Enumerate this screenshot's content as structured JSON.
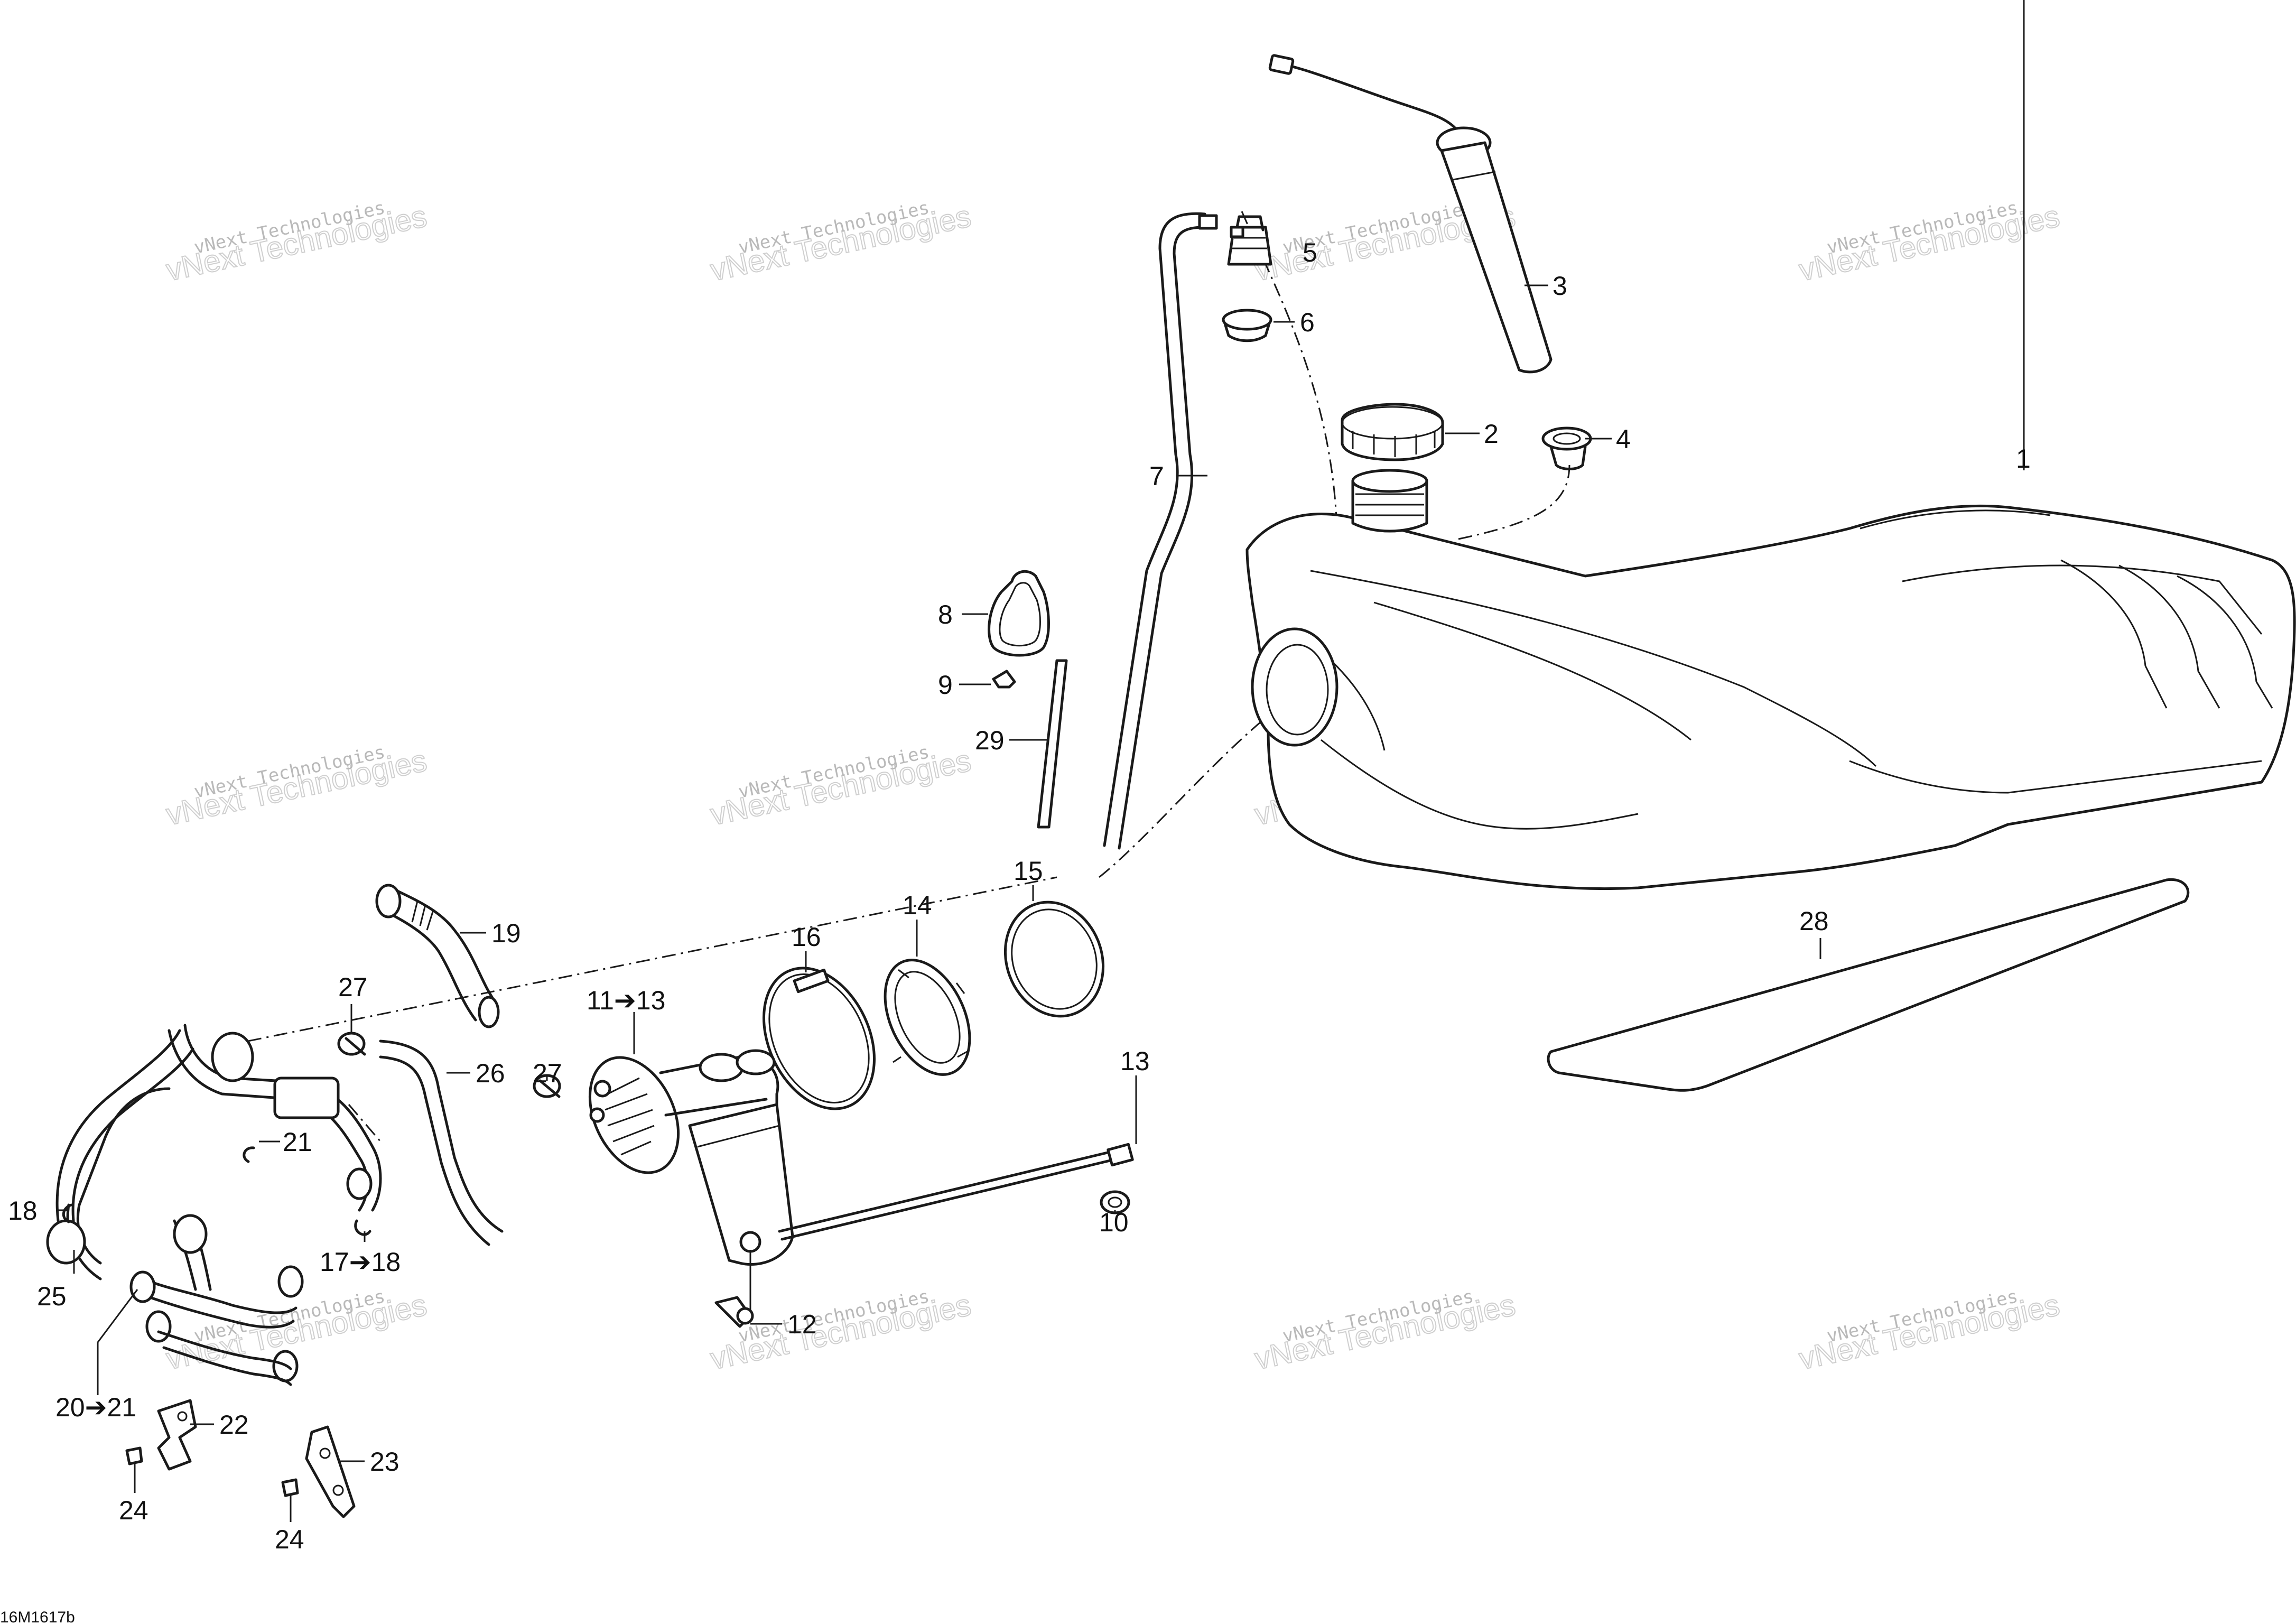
{
  "callouts": {
    "c1": "1",
    "c2": "2",
    "c3": "3",
    "c4": "4",
    "c5": "5",
    "c6": "6",
    "c7": "7",
    "c8": "8",
    "c9": "9",
    "c10": "10",
    "c11": "11➔13",
    "c12": "12",
    "c13": "13",
    "c14": "14",
    "c15": "15",
    "c16": "16",
    "c17": "17➔18",
    "c18": "18",
    "c19": "19",
    "c20": "20➔21",
    "c21": "21",
    "c22": "22",
    "c23": "23",
    "c24a": "24",
    "c24b": "24",
    "c25": "25",
    "c26": "26",
    "c27a": "27",
    "c27b": "27",
    "c28": "28",
    "c29": "29"
  },
  "watermark": {
    "small": "vNext Technologies",
    "big": "vNext Technologies"
  },
  "reference_code": "16M1617b"
}
